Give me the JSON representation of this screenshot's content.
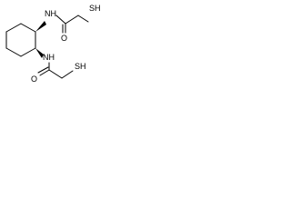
{
  "structure": {
    "atoms": {
      "nh_top": "NH",
      "o_top": "O",
      "sh_top": "SH",
      "nh_bottom": "NH",
      "o_bottom": "O",
      "sh_bottom": "SH"
    }
  },
  "colors": {
    "bond": "#000000",
    "text": "#000000",
    "background": "#ffffff"
  }
}
